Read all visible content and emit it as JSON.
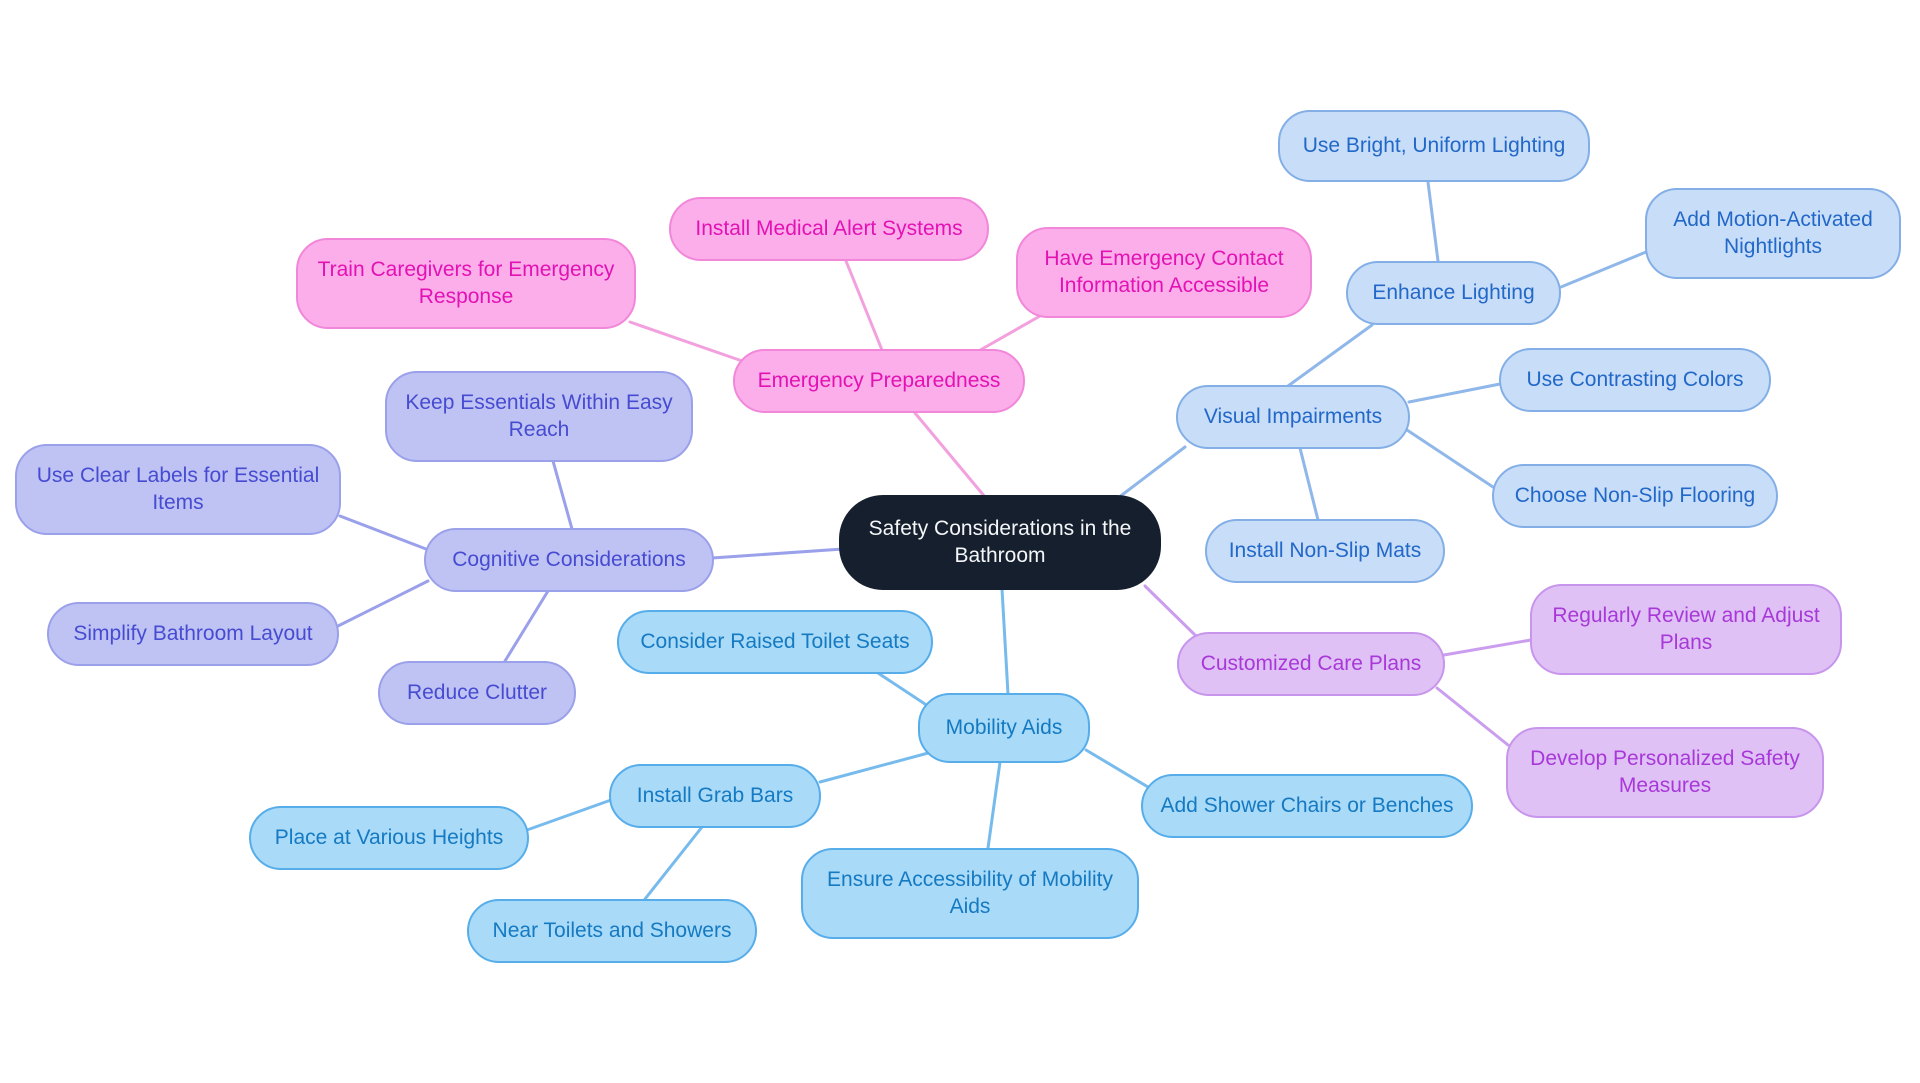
{
  "palette": {
    "background": "#ffffff",
    "root": {
      "fill": "#161f2e",
      "text": "#f4f6f8"
    },
    "pink": {
      "fill": "#fbaeea",
      "border": "#f287da",
      "text": "#e312b4",
      "edge": "#f3a0df"
    },
    "lightblue": {
      "fill": "#c8ddf8",
      "border": "#83afe6",
      "text": "#2268c8",
      "edge": "#8fb7e9"
    },
    "skyblue": {
      "fill": "#a9daf8",
      "border": "#57ade9",
      "text": "#157ac2",
      "edge": "#77bbed"
    },
    "periwinkle": {
      "fill": "#bec3f4",
      "border": "#9aa0e9",
      "text": "#474bd1",
      "edge": "#9aa0ea"
    },
    "lilac": {
      "fill": "#dfc1f6",
      "border": "#c795ec",
      "text": "#a838d8",
      "edge": "#cb9def"
    }
  },
  "mindmap": {
    "root": {
      "label": "Safety Considerations in the Bathroom"
    },
    "branches": [
      {
        "label": "Emergency Preparedness",
        "color": "pink",
        "children": [
          {
            "label": "Train Caregivers for Emergency Response"
          },
          {
            "label": "Install Medical Alert Systems"
          },
          {
            "label": "Have Emergency Contact Information Accessible"
          }
        ]
      },
      {
        "label": "Visual Impairments",
        "color": "lightblue",
        "children": [
          {
            "label": "Enhance Lighting",
            "children": [
              {
                "label": "Use Bright, Uniform Lighting"
              },
              {
                "label": "Add Motion-Activated Nightlights"
              }
            ]
          },
          {
            "label": "Use Contrasting Colors"
          },
          {
            "label": "Choose Non-Slip Flooring"
          },
          {
            "label": "Install Non-Slip Mats"
          }
        ]
      },
      {
        "label": "Customized Care Plans",
        "color": "lilac",
        "children": [
          {
            "label": "Regularly Review and Adjust Plans"
          },
          {
            "label": "Develop Personalized Safety Measures"
          }
        ]
      },
      {
        "label": "Mobility Aids",
        "color": "skyblue",
        "children": [
          {
            "label": "Consider Raised Toilet Seats"
          },
          {
            "label": "Install Grab Bars",
            "children": [
              {
                "label": "Place at Various Heights"
              },
              {
                "label": "Near Toilets and Showers"
              }
            ]
          },
          {
            "label": "Ensure Accessibility of Mobility Aids"
          },
          {
            "label": "Add Shower Chairs or Benches"
          }
        ]
      },
      {
        "label": "Cognitive Considerations",
        "color": "periwinkle",
        "children": [
          {
            "label": "Keep Essentials Within Easy Reach"
          },
          {
            "label": "Use Clear Labels for Essential Items"
          },
          {
            "label": "Simplify Bathroom Layout"
          },
          {
            "label": "Reduce Clutter"
          }
        ]
      }
    ]
  }
}
